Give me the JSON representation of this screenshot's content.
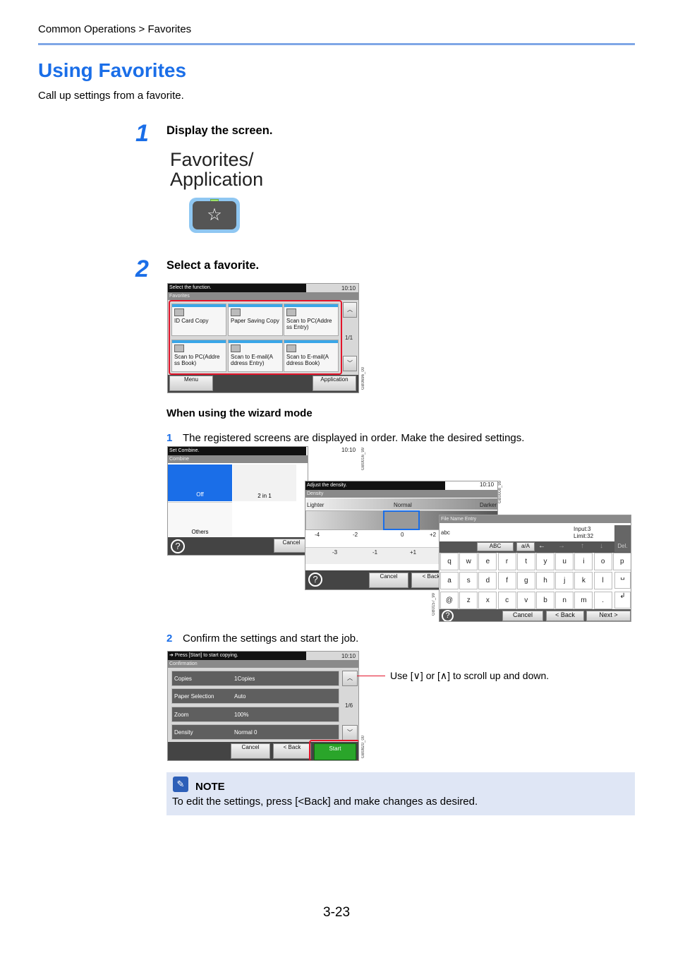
{
  "header": {
    "breadcrumb": "Common Operations > Favorites"
  },
  "page": {
    "title": "Using Favorites",
    "subtitle": "Call up settings from a favorite.",
    "page_number": "3-23"
  },
  "step1": {
    "num": "1",
    "title": "Display the screen.",
    "key_line1": "Favorites/",
    "key_line2": "Application",
    "key_icon": "☆"
  },
  "step2": {
    "num": "2",
    "title": "Select a favorite.",
    "screen": {
      "topbar": "Select the function.",
      "time": "10:10",
      "sub": "Favorites",
      "page": "1/1",
      "tiles": [
        {
          "l1": "ID Card Copy",
          "l2": ""
        },
        {
          "l1": "Paper Saving Copy",
          "l2": ""
        },
        {
          "l1": "Scan to PC(Addre",
          "l2": "ss Entry)"
        },
        {
          "l1": "Scan to PC(Addre",
          "l2": "ss Book)"
        },
        {
          "l1": "Scan to E-mail(A",
          "l2": "ddress Entry)"
        },
        {
          "l1": "Scan to E-mail(A",
          "l2": "ddress Book)"
        }
      ],
      "menu": "Menu",
      "application": "Application",
      "code": "GB0696_00"
    }
  },
  "wizard": {
    "heading": "When using the wizard mode",
    "item1_num": "1",
    "item1_text": "The registered screens are displayed in order. Make the desired settings.",
    "combine": {
      "topbar": "Set Combine.",
      "time": "10:10",
      "sub": "Combine",
      "off": "Off",
      "two_in_one": "2 in 1",
      "others": "Others",
      "cancel": "Cancel",
      "code": "GB0016_99"
    },
    "density": {
      "topbar": "Adjust the density.",
      "time": "10:10",
      "sub": "Density",
      "lighter": "Lighter",
      "normal": "Normal",
      "darker": "Darker",
      "row1": [
        "-4",
        "-2",
        "0",
        "+2"
      ],
      "row2": [
        "-3",
        "-1",
        "+1"
      ],
      "cancel": "Cancel",
      "back": "< Back",
      "code": "GB0008_99"
    },
    "keyboard": {
      "sub": "File Name Entry",
      "input": "Input:3",
      "limit": "Limit:32",
      "typed": "abc",
      "abc": "ABC",
      "aa": "a/A",
      "del": "Del.",
      "row1": [
        "q",
        "w",
        "e",
        "r",
        "t",
        "y",
        "u",
        "i",
        "o",
        "p"
      ],
      "row2": [
        "a",
        "s",
        "d",
        "f",
        "g",
        "h",
        "j",
        "k",
        "l"
      ],
      "row3": [
        "@",
        "z",
        "x",
        "c",
        "v",
        "b",
        "n",
        "m",
        "."
      ],
      "cancel": "Cancel",
      "back": "< Back",
      "next": "Next >",
      "code": "GB0157_99"
    },
    "item2_num": "2",
    "item2_text": "Confirm the settings and start the job.",
    "confirm": {
      "topbar": "Press [Start] to start copying.",
      "time": "10:10",
      "sub": "Confirmation",
      "page": "1/6",
      "rows": [
        {
          "label": "Copies",
          "value": "1Copies"
        },
        {
          "label": "Paper Selection",
          "value": "Auto"
        },
        {
          "label": "Zoom",
          "value": "100%"
        },
        {
          "label": "Density",
          "value": "Normal 0"
        }
      ],
      "cancel": "Cancel",
      "back": "< Back",
      "start": "Start",
      "code": "GB0820_00"
    },
    "scroll_hint": "Use [∨] or [∧] to scroll up and down."
  },
  "note": {
    "label": "NOTE",
    "text": "To edit the settings, press [<Back] and make changes as desired."
  },
  "colors": {
    "accent": "#1a6ee8",
    "rule": "#7fa7e6",
    "note_bg": "#dfe6f5",
    "highlight": "#e3142a",
    "start_green": "#2aa52a"
  }
}
